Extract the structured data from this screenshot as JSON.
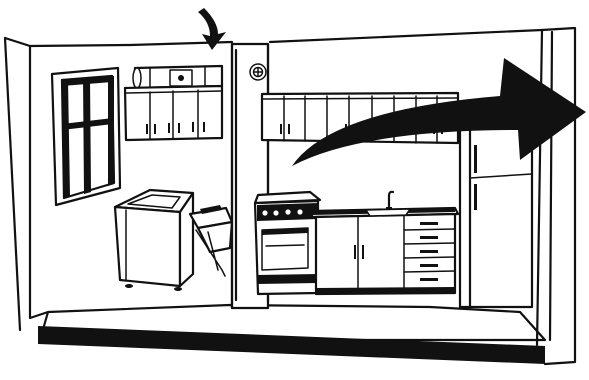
{
  "illustration": {
    "subject": "kitchen-and-laundry-cutaway",
    "style": "black-line-art",
    "colors": {
      "line": "#111111",
      "background": "#ffffff"
    },
    "arrows": [
      {
        "name": "down-curved-arrow-icon",
        "direction": "down"
      },
      {
        "name": "right-curved-arrow-icon",
        "direction": "right"
      }
    ]
  }
}
